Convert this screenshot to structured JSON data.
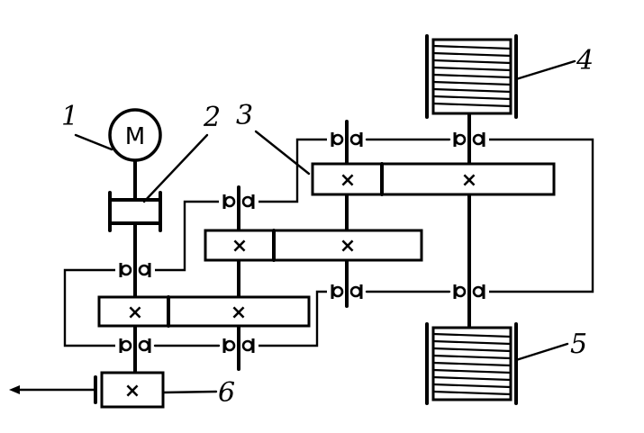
{
  "labels": {
    "l1": "1",
    "l2": "2",
    "l3": "3",
    "l4": "4",
    "l5": "5",
    "l6": "6"
  },
  "motor_symbol": "M",
  "gear_mark": "×"
}
